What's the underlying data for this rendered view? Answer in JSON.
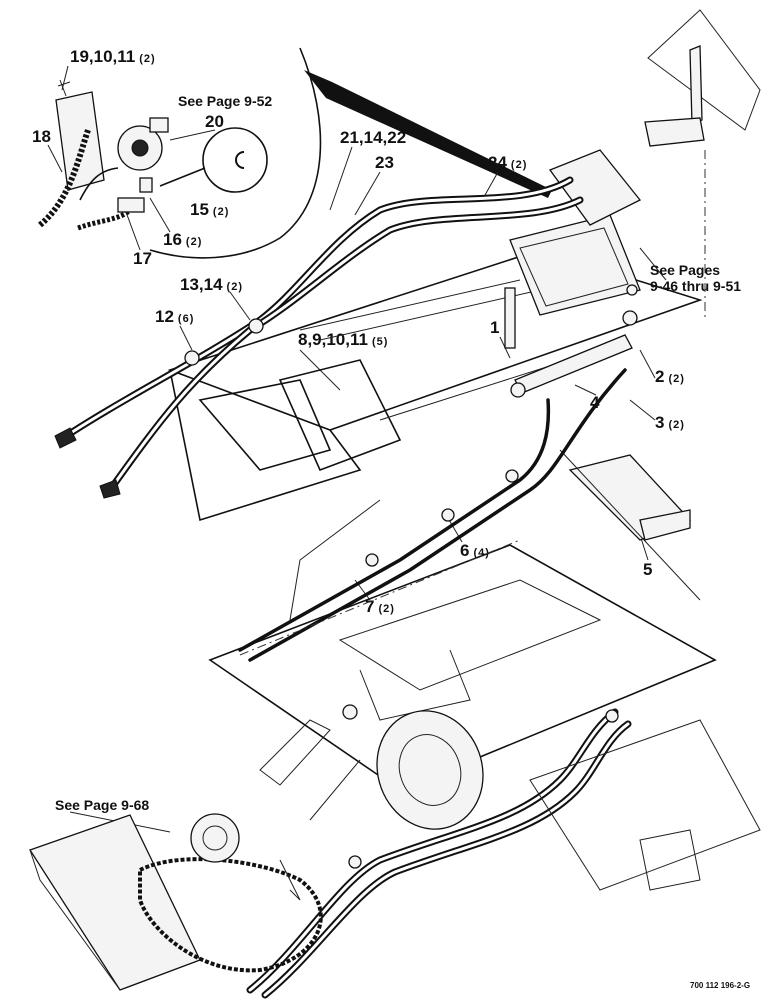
{
  "callouts": [
    {
      "id": "c19",
      "num": "19,10,11",
      "qty": "(2)"
    },
    {
      "id": "c20",
      "num": "20",
      "qty": ""
    },
    {
      "id": "c18",
      "num": "18",
      "qty": ""
    },
    {
      "id": "c15",
      "num": "15",
      "qty": "(2)"
    },
    {
      "id": "c16",
      "num": "16",
      "qty": "(2)"
    },
    {
      "id": "c17",
      "num": "17",
      "qty": ""
    },
    {
      "id": "c21",
      "num": "21,14,22",
      "qty": ""
    },
    {
      "id": "c23",
      "num": "23",
      "qty": ""
    },
    {
      "id": "c24",
      "num": "24",
      "qty": "(2)"
    },
    {
      "id": "c13",
      "num": "13,14",
      "qty": "(2)"
    },
    {
      "id": "c12",
      "num": "12",
      "qty": "(6)"
    },
    {
      "id": "c8",
      "num": "8,9,10,11",
      "qty": "(5)"
    },
    {
      "id": "c1a",
      "num": "1",
      "qty": ""
    },
    {
      "id": "c1b",
      "num": "1",
      "qty": ""
    },
    {
      "id": "c2",
      "num": "2",
      "qty": "(2)"
    },
    {
      "id": "c4",
      "num": "4",
      "qty": ""
    },
    {
      "id": "c3",
      "num": "3",
      "qty": "(2)"
    },
    {
      "id": "c6",
      "num": "6",
      "qty": "(4)"
    },
    {
      "id": "c5",
      "num": "5",
      "qty": ""
    },
    {
      "id": "c7",
      "num": "7",
      "qty": "(2)"
    }
  ],
  "references": {
    "page_952": "See Page 9-52",
    "pages_946_line1": "See Pages",
    "pages_946_line2": "9-46 thru 9-51",
    "page_968": "See Page 9-68"
  },
  "figure_code": "700 112 196-2-G",
  "colors": {
    "ink": "#111111",
    "paper": "#ffffff"
  }
}
